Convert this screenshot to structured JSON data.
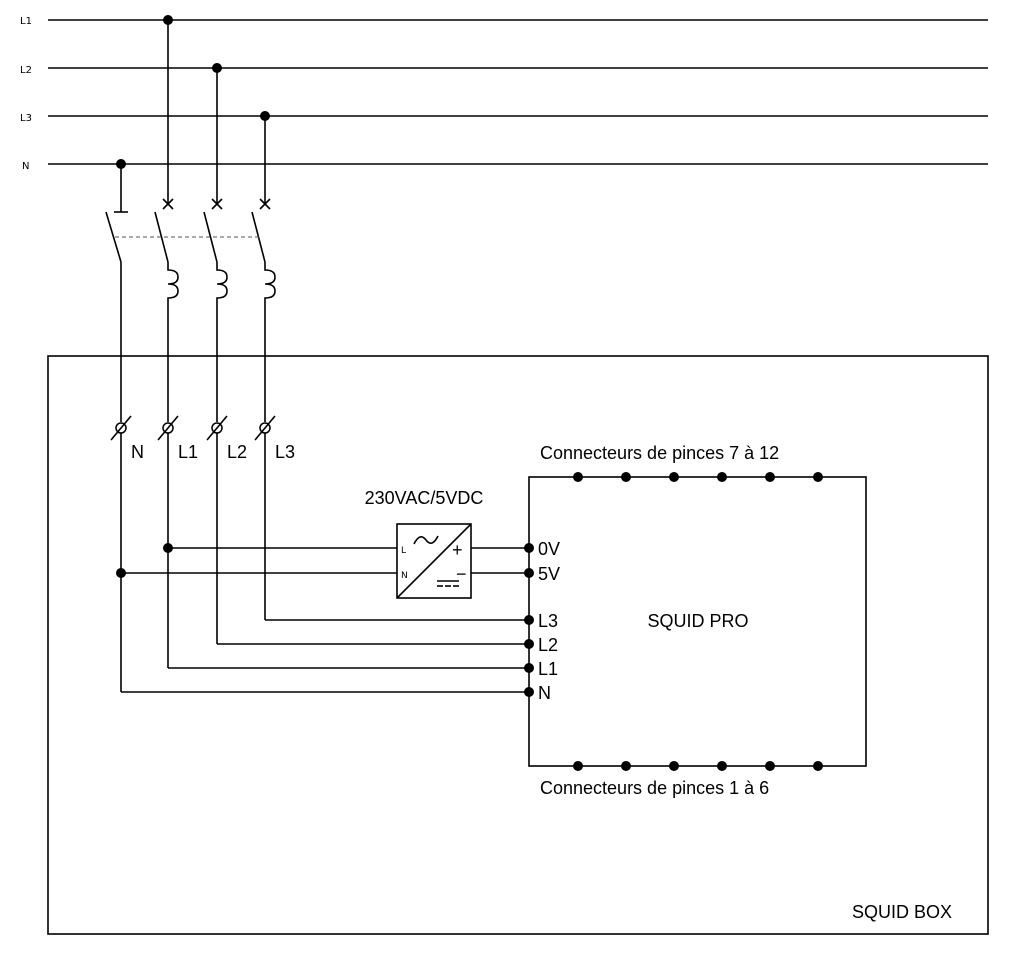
{
  "bus_labels": [
    "L1",
    "L2",
    "L3",
    "N"
  ],
  "terminal_labels": [
    "N",
    "L1",
    "L2",
    "L3"
  ],
  "psu": {
    "title": "230VAC/5VDC",
    "input_l": "L",
    "input_n": "N",
    "out_plus": "+",
    "out_minus": "−"
  },
  "device": {
    "name": "SQUID PRO",
    "top_connectors": "Connecteurs de pinces 7 à 12",
    "bottom_connectors": "Connecteurs de pinces 1 à 6",
    "inputs": [
      "0V",
      "5V",
      "L3",
      "L2",
      "L1",
      "N"
    ]
  },
  "enclosure_label": "SQUID BOX"
}
